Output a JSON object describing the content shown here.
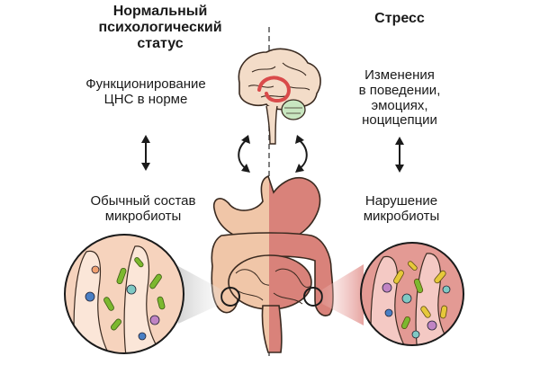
{
  "left": {
    "header": [
      "Нормальный",
      "психологический",
      "статус"
    ],
    "cns": [
      "Функционирование",
      "ЦНС в норме"
    ],
    "microbiota": [
      "Обычный состав",
      "микробиоты"
    ]
  },
  "right": {
    "header": "Стресс",
    "behavior": [
      "Изменения",
      "в поведении,",
      "эмоциях,",
      "ноцицепции"
    ],
    "microbiota": [
      "Нарушение",
      "микробиоты"
    ]
  },
  "icons": {
    "brain": "brain-icon",
    "gut": "gut-icon",
    "normal_microbiota": "microbiota-circle-icon",
    "disturbed_microbiota": "microbiota-circle-icon",
    "arrows": "double-headed-arrow-icon",
    "cycle": "circular-arrows-icon"
  },
  "colors": {
    "normal_tissue": "#f0c6a8",
    "stress_tissue": "#d9827a",
    "brain": "#f3dcc8",
    "bacteria_green": "#7cb82f",
    "bacteria_yellow": "#e6c83a",
    "divider": "#555555"
  }
}
